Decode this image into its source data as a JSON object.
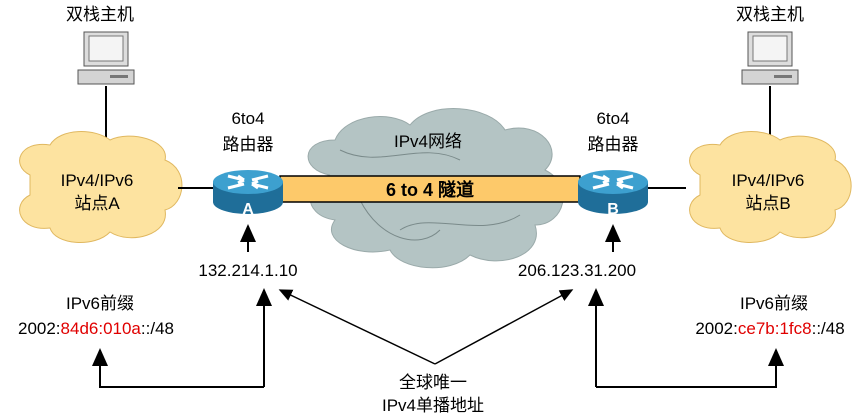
{
  "hosts": {
    "left_label": "双栈主机",
    "right_label": "双栈主机"
  },
  "sites": {
    "left": {
      "line1": "IPv4/IPv6",
      "line2": "站点A"
    },
    "right": {
      "line1": "IPv4/IPv6",
      "line2": "站点B"
    }
  },
  "routers": {
    "left": {
      "line1": "6to4",
      "line2": "路由器",
      "badge": "A",
      "ipv4": "132.214.1.10"
    },
    "right": {
      "line1": "6to4",
      "line2": "路由器",
      "badge": "B",
      "ipv4": "206.123.31.200"
    }
  },
  "network": {
    "label": "IPv4网络"
  },
  "tunnel": {
    "label": "6 to 4 隧道"
  },
  "prefixes": {
    "left": {
      "title": "IPv6前缀",
      "pre": "2002:",
      "hex": "84d6:010a",
      "post": "::/48"
    },
    "right": {
      "title": "IPv6前缀",
      "pre": "2002:",
      "hex": "ce7b:1fc8",
      "post": "::/48"
    }
  },
  "note": {
    "line1": "全球唯一",
    "line2": "IPv4单播地址"
  },
  "colors": {
    "tunnel": "#fdc96a",
    "site_cloud": "#fde3a0",
    "ipv4_cloud": "#b4c4c4",
    "router": "#2a8ab8",
    "hex_highlight": "#e00000"
  }
}
